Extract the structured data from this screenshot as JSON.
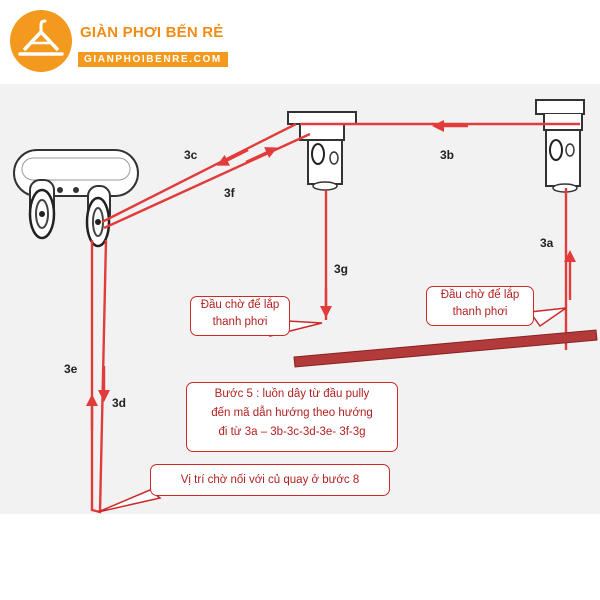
{
  "brand": {
    "name": "GIÀN PHƠI BẾN RẺ",
    "url": "GIANPHOIBENRE.COM",
    "colors": {
      "accent": "#f39a1e",
      "url_bg": "#f39a1e",
      "rope": "#e23b3b",
      "bar": "#b33a3a"
    }
  },
  "segments": {
    "s3a": "3a",
    "s3b": "3b",
    "s3c": "3c",
    "s3d": "3d",
    "s3e": "3e",
    "s3f": "3f",
    "s3g": "3g"
  },
  "callouts": {
    "left_line1": "Đầu chờ để lắp",
    "left_line2": "thanh phơi",
    "right_line1": "Đầu chờ để lắp",
    "right_line2": "thanh phơi",
    "step_line1": "Bước 5 : luồn dây từ đầu pully",
    "step_line2": "đến mã dẫn hướng theo hướng",
    "step_line3": "đi từ 3a – 3b-3c-3d-3e-  3f-3g",
    "bottom": "Vị trí chờ nối với củ quay ở bước 8"
  }
}
